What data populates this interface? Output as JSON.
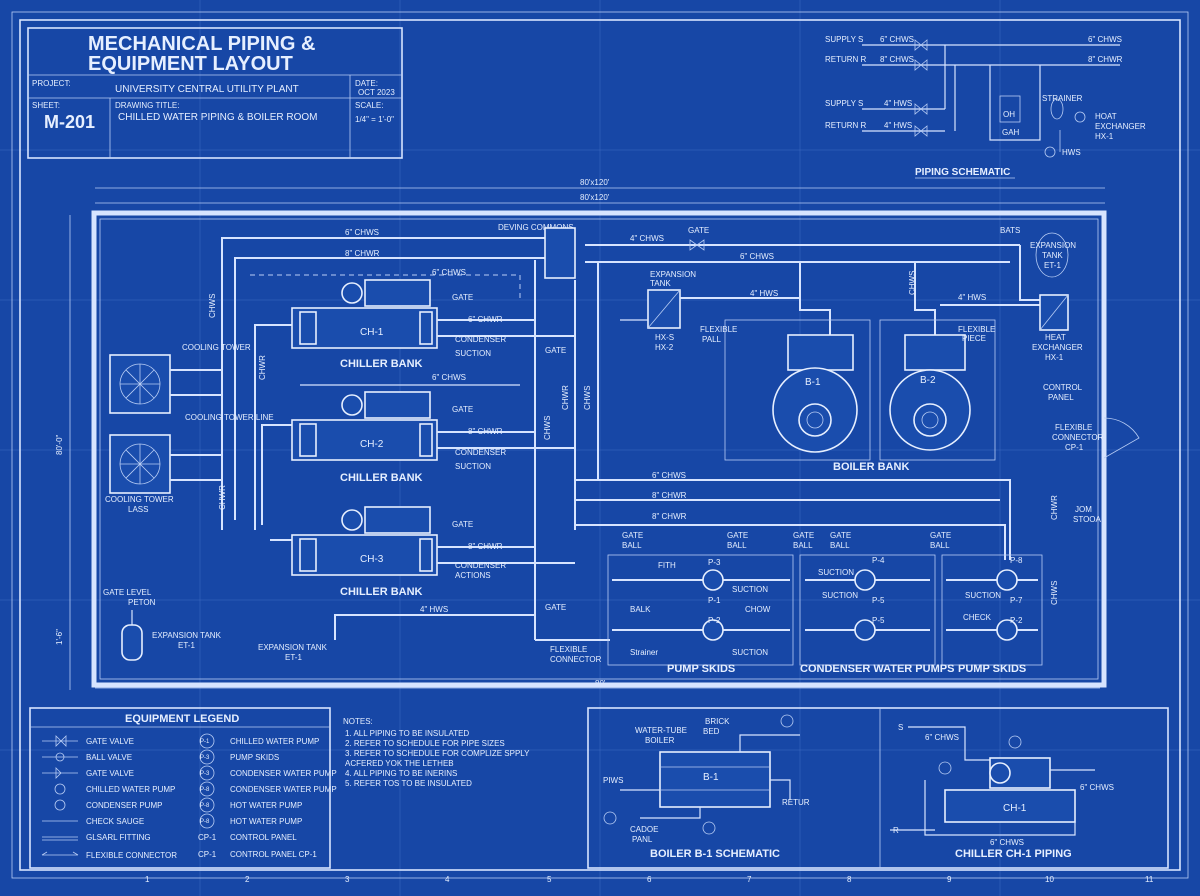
{
  "title_block": {
    "title_line1": "MECHANICAL PIPING &",
    "title_line2": "EQUIPMENT LAYOUT",
    "project_label": "PROJECT:",
    "project_value": "UNIVERSITY CENTRAL UTILITY PLANT",
    "date_label": "DATE:",
    "date_value": "OCT 2023",
    "sheet_label": "SHEET:",
    "sheet_value": "M-201",
    "drawing_title_label": "DRAWING TITLE:",
    "drawing_title_value": "CHILLED WATER PIPING & BOILER ROOM",
    "scale_label": "SCALE:",
    "scale_value": "1/4\" = 1'-0\""
  },
  "schematic": {
    "title": "PIPING SCHEMATIC",
    "rows": [
      {
        "label": "SUPPLY S",
        "size": "6\" CHWS"
      },
      {
        "label": "RETURN R",
        "size": "8\" CHWS"
      },
      {
        "label": "SUPPLY S",
        "size": "4\" HWS"
      },
      {
        "label": "RETURN R",
        "size": "4\" HWS"
      }
    ],
    "right_top": "6\" CHWS",
    "right_second": "8\" CHWR",
    "strainer": "STRAINER",
    "exchanger_line1": "HOAT",
    "exchanger_line2": "EXCHANGER",
    "exchanger_line3": "HX-1",
    "hws": "HWS",
    "gah": "GAH",
    "oh": "OH"
  },
  "dimensions": {
    "overall_top": "80'x120'",
    "inner_top": "80'x120'",
    "left": "80'-0\"",
    "left_lower": "1'-6\"",
    "bottom": "80'"
  },
  "plan": {
    "top_pipe_1": "6\" CHWS",
    "top_pipe_2": "8\" CHWR",
    "devices_top": "DEVING COMMONS",
    "gate_top": "GATE",
    "chws_4": "4\" CHWS",
    "chws_6b": "6\" CHWS",
    "chwr_8": "8\" CHWR",
    "bats": "BATS",
    "chiller_bank_label": "CHILLER BANK",
    "chillers": [
      {
        "tag": "CH-1",
        "gate": "GATE",
        "chwr": "6\" CHWR",
        "side1": "CONDENSER",
        "side2": "SUCTION",
        "pipe": "6\" CHWS"
      },
      {
        "tag": "CH-2",
        "gate": "GATE",
        "chwr": "8\" CHWR",
        "side1": "CONDENSER",
        "side2": "SUCTION",
        "pipe": "6\" CHWS"
      },
      {
        "tag": "CH-3",
        "gate": "GATE",
        "chwr": "8\" CHWR",
        "side1": "CONDENSER",
        "side2": "ACTIONS",
        "pipe": ""
      }
    ],
    "cooling_tower_top": "COOLING TOWER",
    "cooling_tower_line": "COOLING TOWER LINE",
    "cooling_tower_bottom_1": "COOLING TOWER",
    "cooling_tower_bottom_2": "LASS",
    "vertical_labels": [
      "CHWS",
      "CHWR",
      "CHWR",
      "CHWS",
      "CHWS",
      "CHWR",
      "CHWS",
      "CHWR",
      "CHWS"
    ],
    "expansion_tank_top_1": "EXPANSION",
    "expansion_tank_top_2": "TANK",
    "hx2_1": "HX-S",
    "hx2_2": "HX-2",
    "hws_4": "4\" HWS",
    "hws_4b": "4\" HWS",
    "flexible_1": "FLEXIBLE",
    "flexible_2": "PALL",
    "gate_mid": "GATE",
    "boilers": [
      {
        "tag": "B-1"
      },
      {
        "tag": "B-2"
      }
    ],
    "boiler_bank_label": "BOILER BANK",
    "flexible_right_1": "FLEXIBLE",
    "flexible_right_2": "PIECE",
    "expansion_tank_right_1": "EXPANSION",
    "expansion_tank_right_2": "TANK",
    "expansion_tank_right_3": "ET-1",
    "heat_exchanger_1": "HEAT",
    "heat_exchanger_2": "EXCHANGER",
    "heat_exchanger_3": "HX-1",
    "control_panel_1": "CONTROL",
    "control_panel_2": "PANEL",
    "flex_connector_1": "FLEXIBLE",
    "flex_connector_2": "CONNECTOR",
    "flex_connector_3": "CP-1",
    "lower_chws": "6\" CHWS",
    "lower_chwr_1": "8\" CHWR",
    "lower_chwr_2": "8\" CHWR",
    "hws_left": "4\" HWS",
    "gate_lower": "GATE",
    "flex_conn_lower_1": "FLEXIBLE",
    "flex_conn_lower_2": "CONNECTOR",
    "gate_level_1": "GATE LEVEL",
    "gate_level_2": "PETON",
    "expansion_tank_left_1": "EXPANSION TANK",
    "expansion_tank_left_2": "ET-1",
    "expansion_tank_mid_1": "EXPANSION TANK",
    "expansion_tank_mid_2": "ET-1",
    "pump_skids_label": "PUMP SKIDS",
    "condenser_pumps_label": "CONDENSER WATER PUMPS",
    "pump_skids_label_2": "PUMP SKIDS",
    "pumps": [
      {
        "tag": "P-3"
      },
      {
        "tag": "P-1"
      },
      {
        "tag": "P-2"
      },
      {
        "tag": "P-4"
      },
      {
        "tag": "P-5"
      },
      {
        "tag": "P-5"
      },
      {
        "tag": "P-8"
      },
      {
        "tag": "P-7"
      },
      {
        "tag": "P-2"
      }
    ],
    "skid_gate_labels": [
      "GATE",
      "GATE",
      "GATE",
      "GATE",
      "GATE"
    ],
    "skid_ball_labels": [
      "BALL",
      "BALL",
      "BALL",
      "BALL",
      "BALL"
    ],
    "suction_labels": [
      "SUCTION",
      "SUCTION",
      "SUCTION",
      "SUCTION",
      "SUCTION"
    ],
    "strainer_label": "Strainer",
    "fith": "FITH",
    "balk": "BALK",
    "chow": "CHOW",
    "check": "CHECK",
    "jom_1": "JOM",
    "jom_2": "STOOA"
  },
  "legend": {
    "title": "EQUIPMENT LEGEND",
    "left_items": [
      "GATE VALVE",
      "BALL VALVE",
      "GATE VALVE",
      "CHILLED WATER PUMP",
      "CONDENSER PUMP",
      "CHECK SAUGE",
      "GLSARL FITTING",
      "FLEXIBLE CONNECTOR"
    ],
    "right_tags": [
      "P-1",
      "P-3",
      "P-3",
      "P-8",
      "P-8",
      "P-8",
      "CP-1",
      "CP-1"
    ],
    "right_items": [
      "CHILLED WATER PUMP",
      "PUMP SKIDS",
      "CONDENSER WATER PUMP",
      "CONDENSER WATER PUMP",
      "HOT WATER PUMP",
      "HOT WATER PUMP",
      "CONTROL PANEL",
      "CONTROL PANEL CP-1"
    ]
  },
  "notes": {
    "title": "NOTES:",
    "items": [
      "1.   ALL PIPING TO BE INSULATED",
      "2.   REFER TO SCHEDULE FOR PIPE SIZES",
      "3.   REFER TO SCHEDULE FOR COMPLIZE SPPLY",
      "      ACFERED YOK THE LETHEB",
      "4.   ALL PIPING TO BE INERINS",
      "5.   REFER TOS TO BE INSULATED"
    ]
  },
  "boiler_detail": {
    "title": "BOILER B-1 SCHEMATIC",
    "water_tube_1": "WATER-TUBE",
    "water_tube_2": "BOILER",
    "tag": "B-1",
    "brick_1": "BRICK",
    "brick_2": "BED",
    "piws": "PIWS",
    "retur": "RETUR",
    "panel_1": "CADOE",
    "panel_2": "PANL"
  },
  "chiller_detail": {
    "title": "CHILLER CH-1 PIPING",
    "tag": "CH-1",
    "s": "S",
    "r": "R",
    "top_pipe": "6\" CHWS",
    "right_pipe": "6\" CHWS",
    "bottom_pipe": "6\" CHWS"
  },
  "border": {
    "numbers": [
      "1",
      "2",
      "3",
      "4",
      "5",
      "6",
      "7",
      "8",
      "9",
      "10",
      "11"
    ]
  },
  "colors": {
    "background": "#1747a6",
    "linework": "#d7e4ff"
  }
}
